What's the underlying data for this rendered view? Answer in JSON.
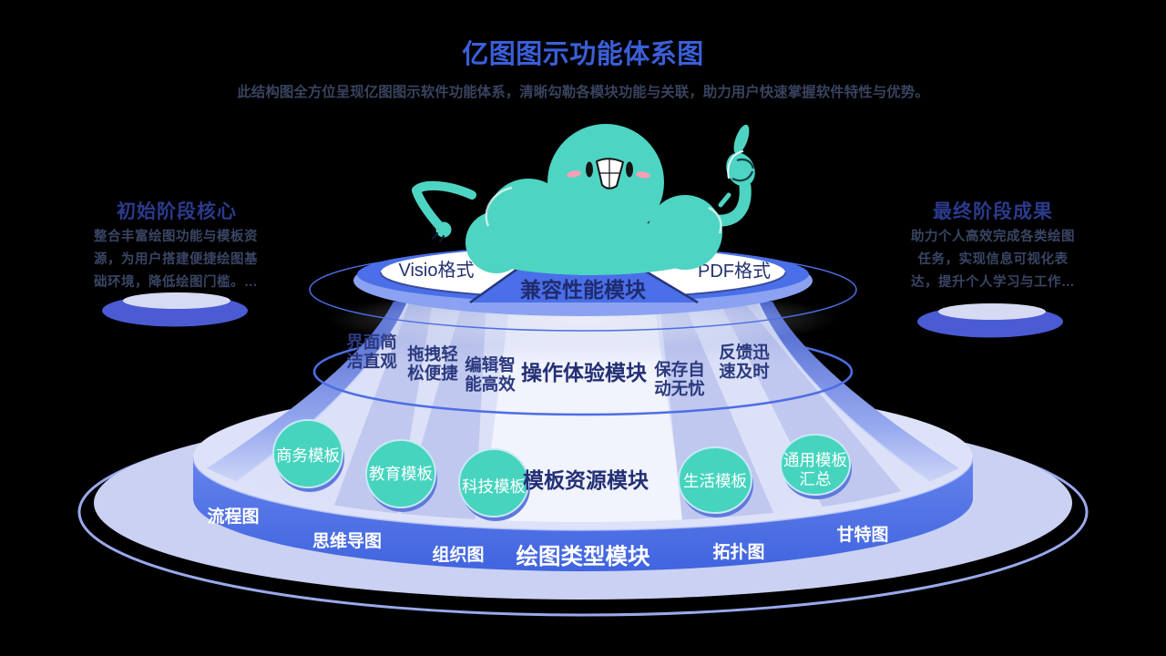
{
  "title": "亿图图示功能体系图",
  "subtitle": "此结构图全方位呈现亿图图示软件功能体系，清晰勾勒各模块功能与关联，助力用户快速掌握软件特性与优势。",
  "side_panels": {
    "left": {
      "heading": "初始阶段核心",
      "body": "整合丰富绘图功能与模板资源，为用户搭建便捷绘图基础环境，降低绘图门槛。…"
    },
    "right": {
      "heading": "最终阶段成果",
      "body": "助力个人高效完成各类绘图任务，实现信息可视化表达，提升个人学习与工作…"
    }
  },
  "mascot": {
    "name": "cloud-character"
  },
  "tiers": {
    "compatibility": {
      "title": "兼容性能模块",
      "left_item": "Visio格式",
      "right_item": "PDF格式"
    },
    "experience": {
      "title": "操作体验模块",
      "items": [
        {
          "l1": "界面简",
          "l2": "洁直观"
        },
        {
          "l1": "拖拽轻",
          "l2": "松便捷"
        },
        {
          "l1": "编辑智",
          "l2": "能高效"
        },
        {
          "l1": "保存自",
          "l2": "动无忧"
        },
        {
          "l1": "反馈迅",
          "l2": "速及时"
        }
      ]
    },
    "templates": {
      "title": "模板资源模块",
      "items": [
        {
          "label": "商务模板"
        },
        {
          "label": "教育模板"
        },
        {
          "label": "科技模板"
        },
        {
          "label": "生活模板"
        },
        {
          "l1": "通用模板",
          "l2": "汇总"
        }
      ]
    },
    "drawing_types": {
      "title": "绘图类型模块",
      "items": [
        "流程图",
        "思维导图",
        "组织图",
        "拓扑图",
        "甘特图"
      ]
    }
  },
  "colors": {
    "title_blue": "#3B5FD9",
    "subtitle_navy": "#39435F",
    "heading_navy": "#2B3A8C",
    "body_text": "#3A4565",
    "royal": "#4A6FE8",
    "teal": "#47D4BF",
    "lavender": "#CDD3F3",
    "label_navy": "#2C3A7E",
    "white": "#FFFFFF"
  }
}
